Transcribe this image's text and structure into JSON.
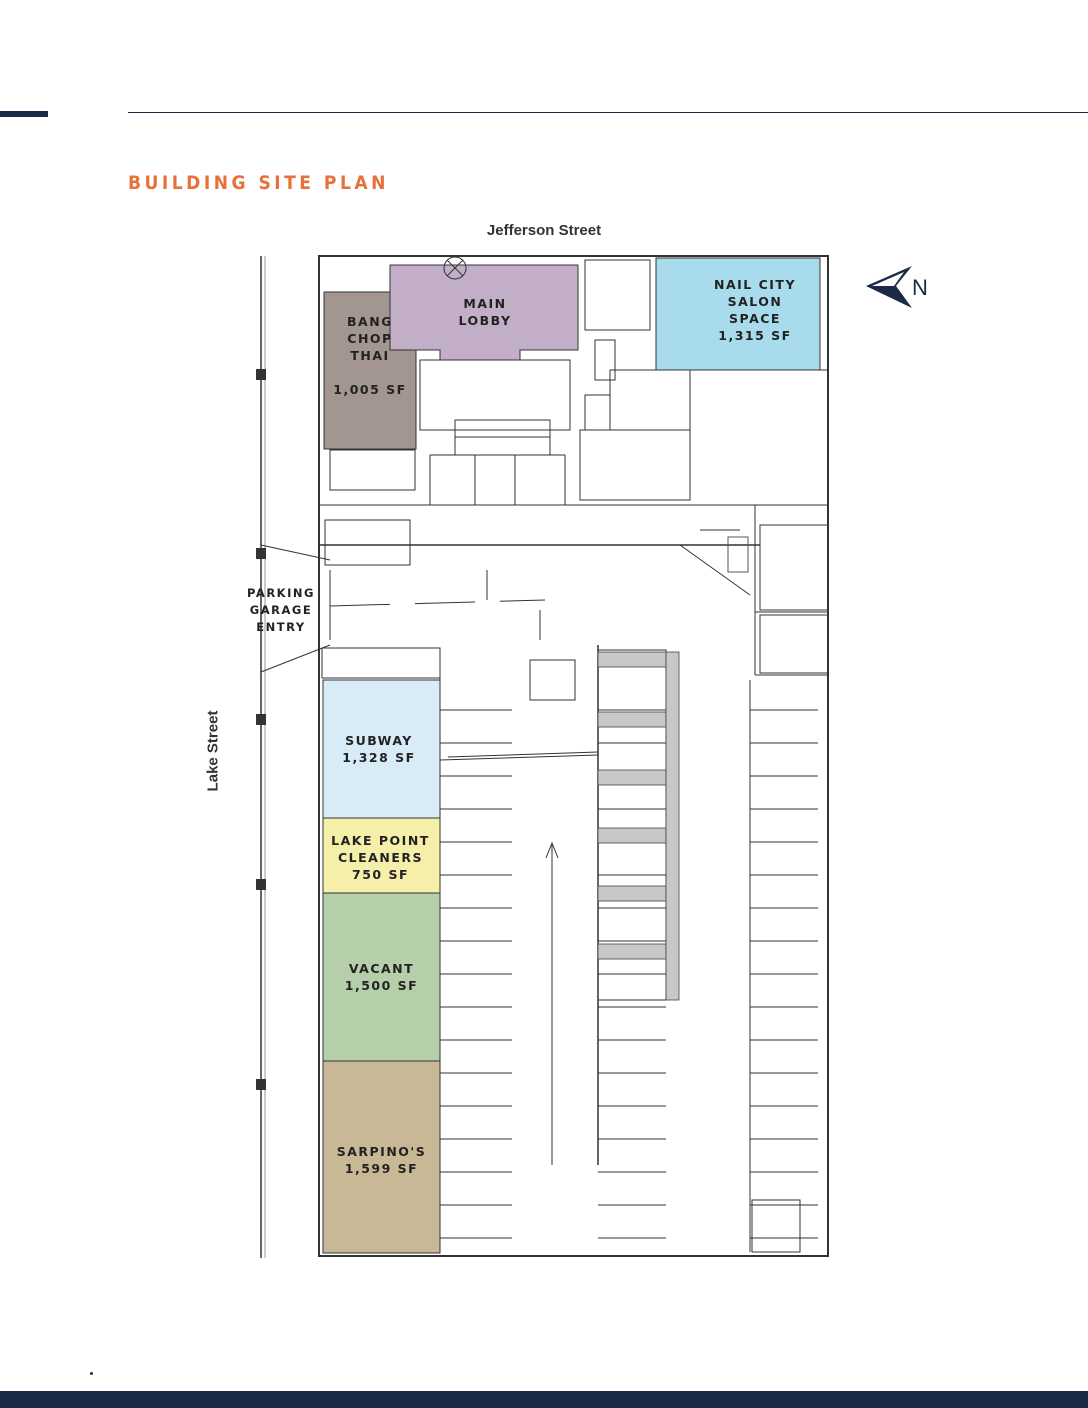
{
  "header": {
    "title": "BUILDING SITE PLAN"
  },
  "streets": {
    "top": "Jefferson Street",
    "left": "Lake Street"
  },
  "compass": {
    "label": "N"
  },
  "colors": {
    "brand_navy": "#1c2b45",
    "title_orange": "#e8703a",
    "bang_chop_thai": "#a39690",
    "main_lobby": "#c2afc7",
    "nail_city": "#a8dcec",
    "subway": "#d8ecf7",
    "lake_point": "#f6efaa",
    "vacant": "#b5cfab",
    "sarpinos": "#c9b896"
  },
  "tenants": {
    "bang_chop_thai": "BANG\nCHOP\nTHAI\n\n1,005 SF",
    "main_lobby": "MAIN\nLOBBY",
    "nail_city": "NAIL CITY\nSALON\nSPACE\n1,315 SF",
    "parking_entry": "PARKING\nGARAGE\nENTRY",
    "subway": "SUBWAY\n1,328 SF",
    "lake_point": "LAKE POINT\nCLEANERS\n750 SF",
    "vacant": "VACANT\n1,500 SF",
    "sarpinos": "SARPINO'S\n1,599 SF"
  }
}
